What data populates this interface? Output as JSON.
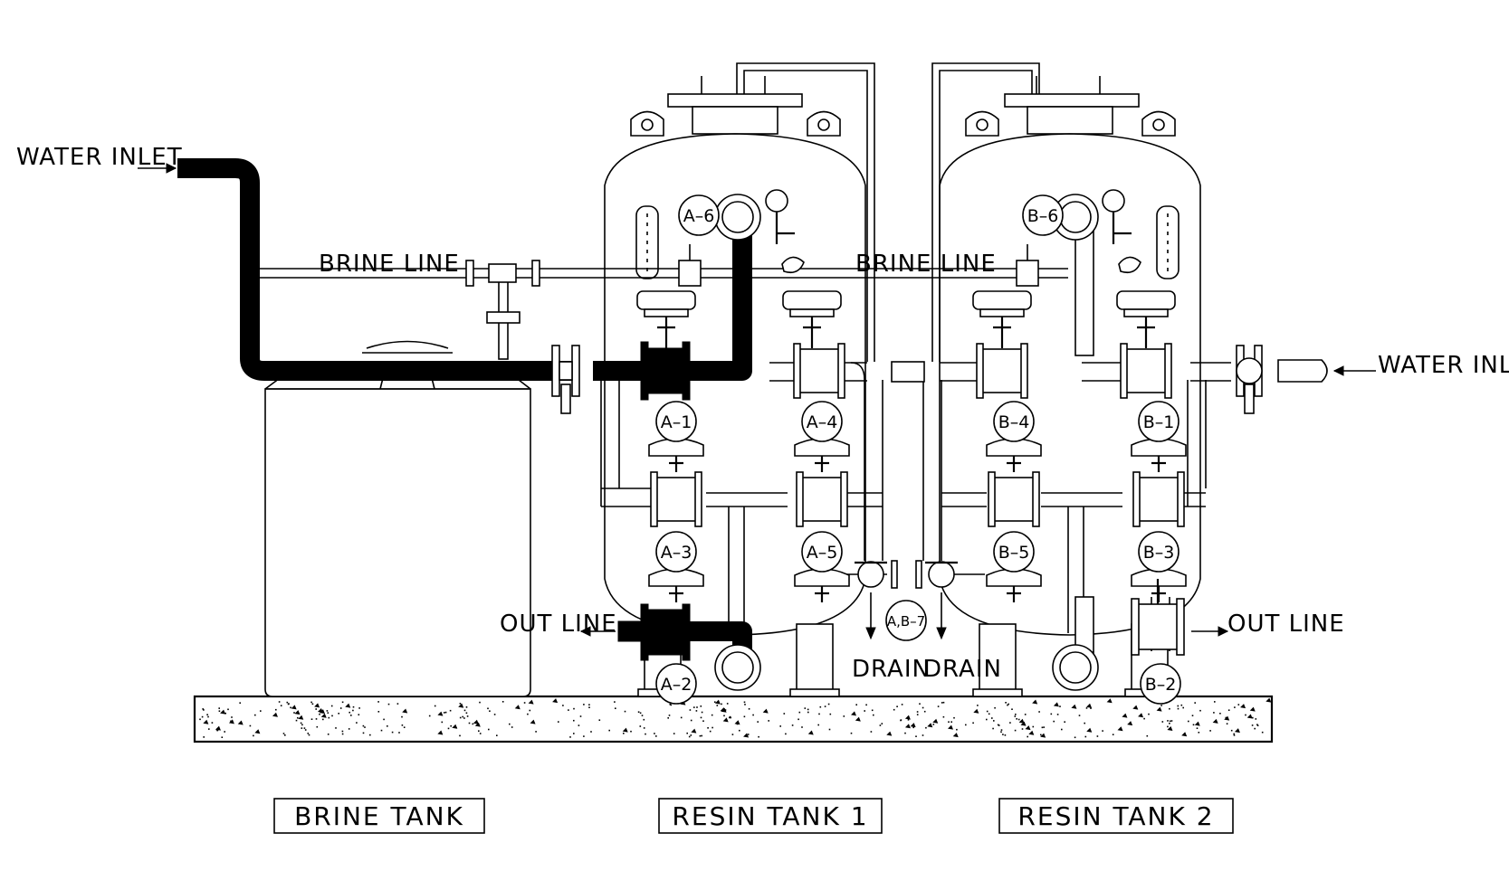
{
  "labels": {
    "water_inlet_left": "WATER INLET",
    "water_inlet_right": "WATER INLET",
    "brine_line_left": "BRINE LINE",
    "brine_line_right": "BRINE LINE",
    "out_line_left": "OUT LINE",
    "out_line_right": "OUT LINE",
    "drain_left": "DRAIN",
    "drain_right": "DRAIN"
  },
  "captions": {
    "brine_tank": "BRINE TANK",
    "resin_tank_1": "RESIN TANK 1",
    "resin_tank_2": "RESIN TANK 2"
  },
  "valves": {
    "a1": "A–1",
    "a2": "A–2",
    "a3": "A–3",
    "a4": "A–4",
    "a5": "A–5",
    "a6": "A–6",
    "b1": "B–1",
    "b2": "B–2",
    "b3": "B–3",
    "b4": "B–4",
    "b5": "B–5",
    "b6": "B–6",
    "ab7": "A,B–7"
  }
}
